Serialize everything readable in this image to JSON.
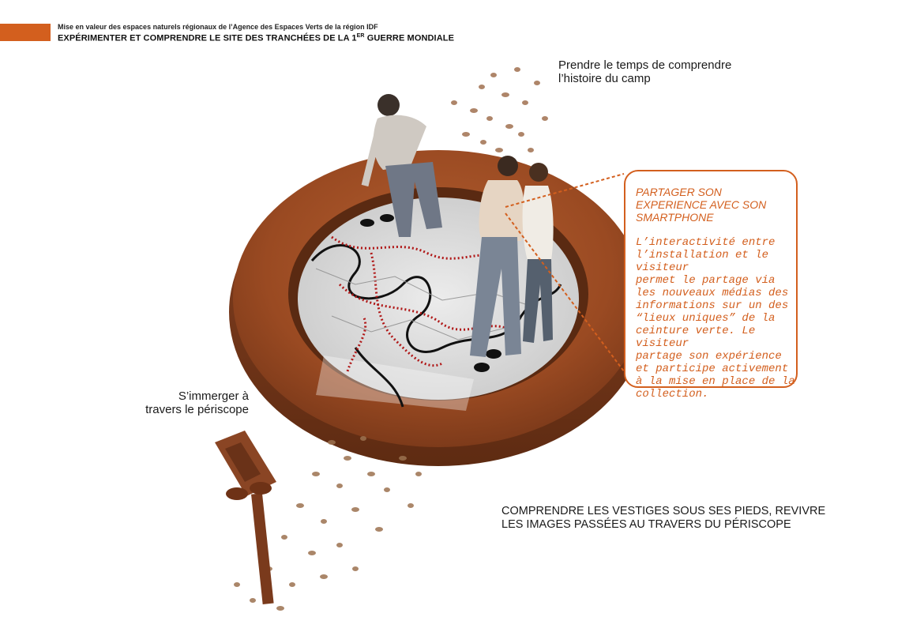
{
  "header": {
    "subtitle": "Mise en valeur des espaces naturels régionaux de l’Agence des Espaces Verts de la région IDF",
    "title_main": "EXPÉRIMENTER ET COMPRENDRE LE SITE DES TRANCHÉES DE LA 1",
    "title_sup": "ER",
    "title_end": " GUERRE MONDIALE"
  },
  "labels": {
    "camp_line1": "Prendre le temps de comprendre",
    "camp_line2": "l’histoire du camp",
    "periscope_line1": "S’immerger à",
    "periscope_line2": "travers le périscope",
    "vestiges_line1": "COMPRENDRE LES VESTIGES SOUS SES PIEDS, REVIVRE",
    "vestiges_line2": "LES IMAGES PASSÉES AU TRAVERS DU PÉRISCOPE"
  },
  "callout": {
    "title": "PARTAGER SON EXPERIENCE AVEC SON SMARTPHONE",
    "body": "L’interactivité entre\nl’installation et le visiteur\npermet le partage via\nles nouveaux médias des\ninformations sur un des\n“lieux uniques” de la\nceinture verte. Le visiteur\npartage son expérience\net participe activement\nà la mise en place de la\ncollection."
  },
  "colors": {
    "accent": "#d35f1e",
    "corten_dark": "#7a3a1c",
    "corten": "#a5532a",
    "map_bg": "#d9d9d9",
    "route_red": "#b01818"
  }
}
